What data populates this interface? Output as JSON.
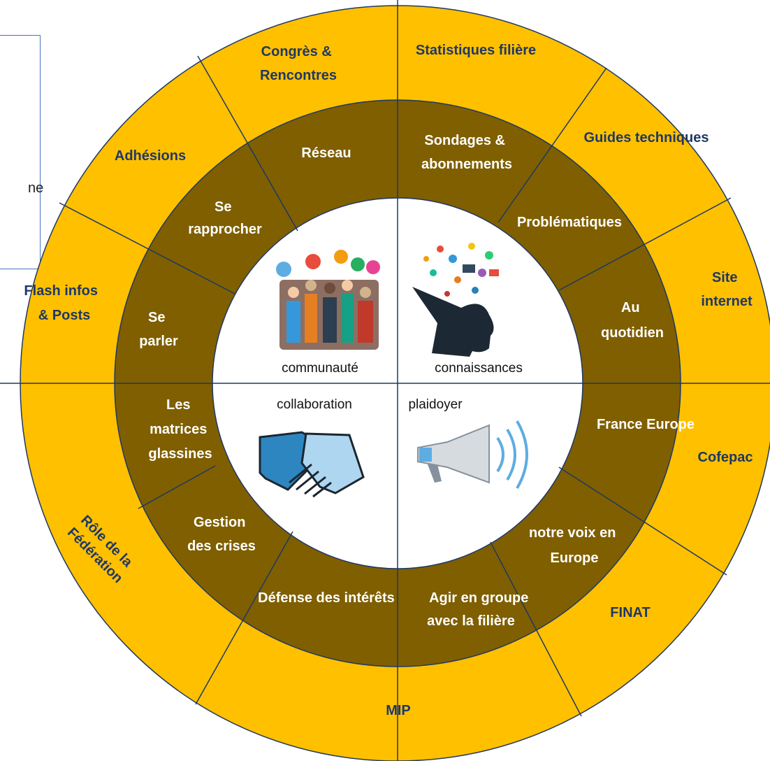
{
  "frame_fragment": "ne",
  "colors": {
    "outer": "#FFC000",
    "middle": "#7F5F00",
    "center": "#ffffff",
    "lines": "#1F3864",
    "outer_text": "#1F3864",
    "middle_text": "#ffffff"
  },
  "center": {
    "communaute": "communauté",
    "connaissances": "connaissances",
    "collaboration": "collaboration",
    "plaidoyer": "plaidoyer"
  },
  "center_icons": [
    "people-crowd-icon",
    "head-ideas-icon",
    "handshake-icon",
    "megaphone-icon"
  ],
  "middle_ring": {
    "reseau": "Réseau",
    "se_rapprocher": [
      "Se",
      "rapprocher"
    ],
    "se_parler": [
      "Se",
      "parler"
    ],
    "sondages": [
      "Sondages &",
      "abonnements"
    ],
    "problematiques": "Problématiques",
    "au_quotidien": [
      "Au",
      "quotidien"
    ],
    "france_europe": "France  Europe",
    "notre_voix": [
      "notre voix en",
      "Europe"
    ],
    "agir": [
      "Agir en groupe",
      "avec la filière"
    ],
    "defense": "Défense des intérêts",
    "gestion": [
      "Gestion",
      "des crises"
    ],
    "matrices": [
      "Les",
      "matrices",
      "glassines"
    ]
  },
  "outer_ring": {
    "congres": [
      "Congrès &",
      "Rencontres"
    ],
    "adhesions": "Adhésions",
    "flash": [
      "Flash infos",
      "& Posts"
    ],
    "statistiques": "Statistiques filière",
    "guides": "Guides techniques",
    "site": [
      "Site",
      "internet"
    ],
    "cofepac": "Cofepac",
    "finat": "FINAT",
    "mip": "MIP",
    "role": [
      "Rôle de la",
      "Fédération"
    ]
  }
}
